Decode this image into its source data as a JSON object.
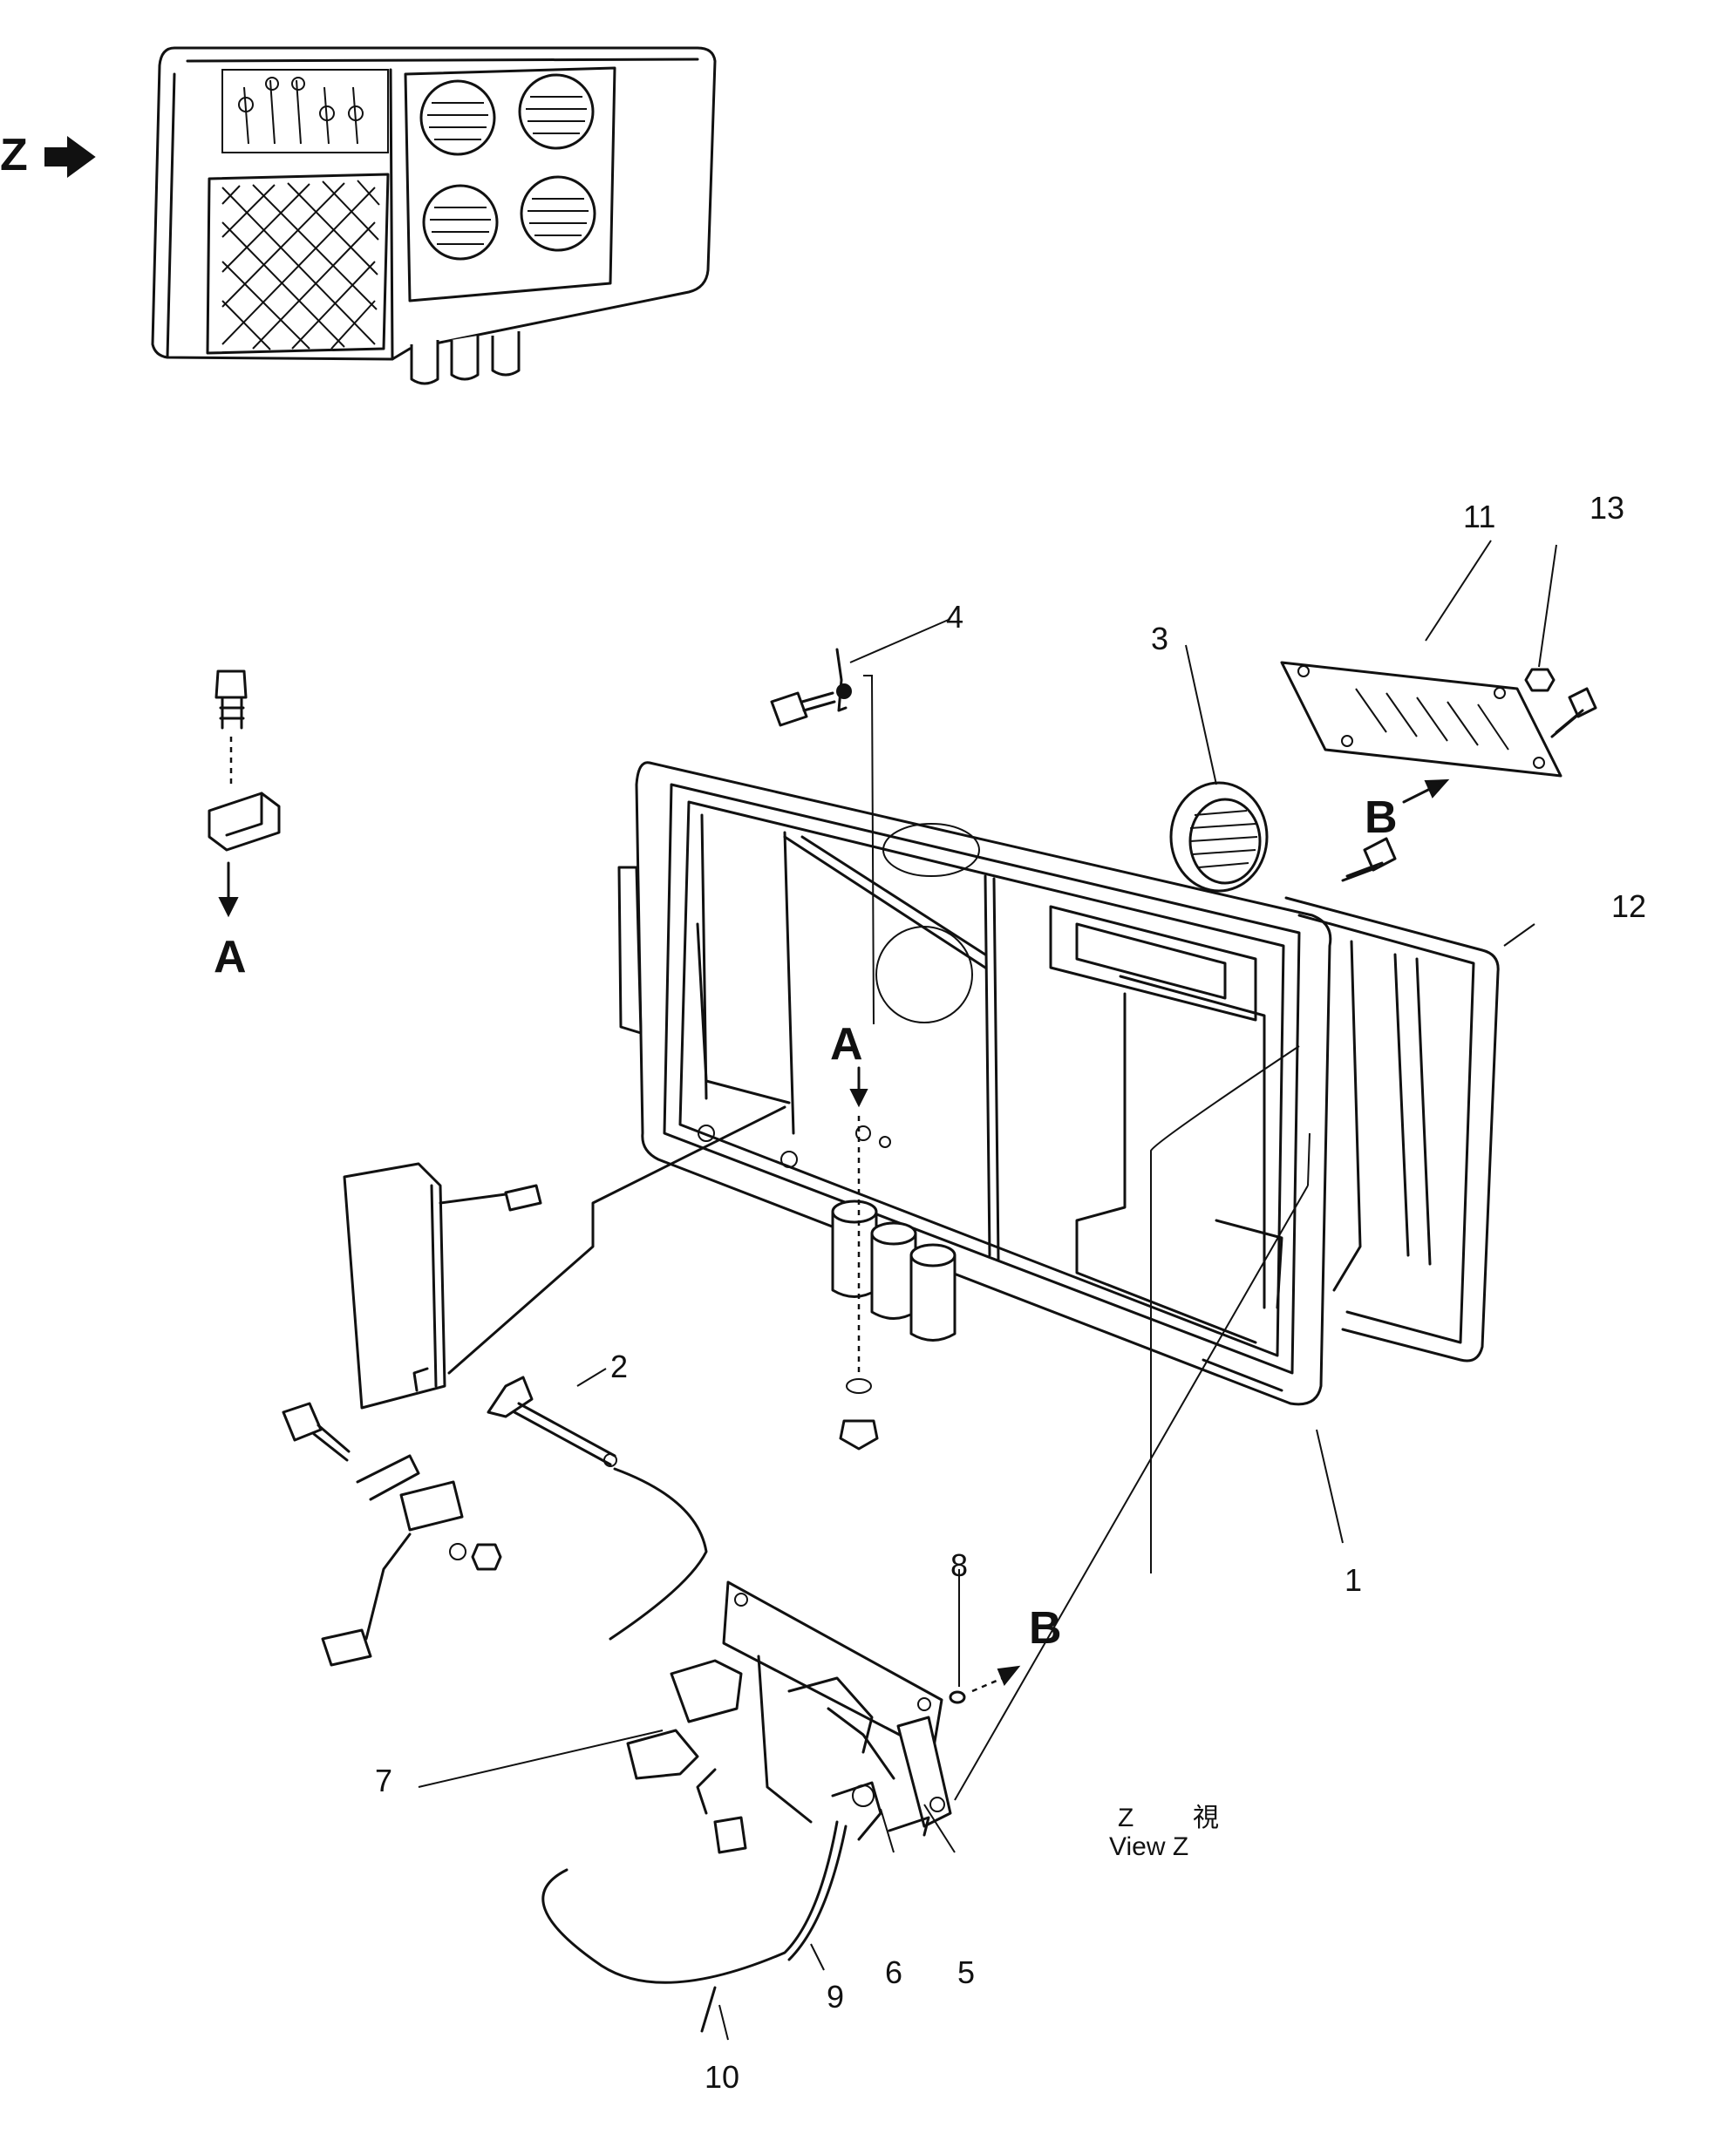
{
  "view_marker": {
    "letter": "Z"
  },
  "reference_labels": {
    "a_left": "A",
    "a_center": "A",
    "b_right": "B",
    "b_lower": "B"
  },
  "part_numbers": [
    "1",
    "2",
    "3",
    "4",
    "5",
    "6",
    "7",
    "8",
    "9",
    "10",
    "11",
    "12",
    "13"
  ],
  "view_caption": {
    "line1_letter": "Z",
    "line1_kanji": "視",
    "line2": "View Z"
  }
}
